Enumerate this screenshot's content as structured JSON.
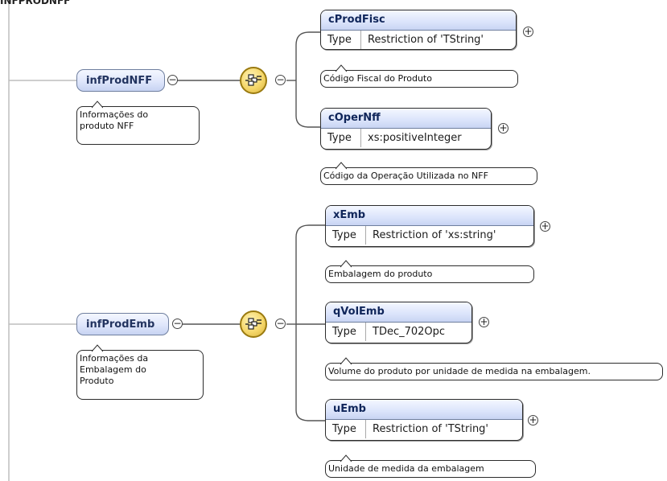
{
  "header": {
    "label": "INFPRODNFF"
  },
  "groups": [
    {
      "element": "infProdNFF",
      "doc": [
        "Informações do",
        "produto NFF"
      ],
      "children": [
        {
          "name": "cProdFisc",
          "type_key": "Type",
          "type_value": "Restriction of 'TString'",
          "doc": "Código Fiscal do Produto"
        },
        {
          "name": "cOperNff",
          "type_key": "Type",
          "type_value": "xs:positiveInteger",
          "doc": "Código da Operação Utilizada no NFF"
        }
      ]
    },
    {
      "element": "infProdEmb",
      "doc": [
        "Informações da",
        "Embalagem do",
        "Produto"
      ],
      "children": [
        {
          "name": "xEmb",
          "type_key": "Type",
          "type_value": "Restriction of 'xs:string'",
          "doc": "Embalagem do produto"
        },
        {
          "name": "qVolEmb",
          "type_key": "Type",
          "type_value": "TDec_702Opc",
          "doc": "Volume do produto por unidade de medida na embalagem."
        },
        {
          "name": "uEmb",
          "type_key": "Type",
          "type_value": "Restriction of 'TString'",
          "doc": "Unidade de medida da embalagem"
        }
      ]
    }
  ],
  "symbols": {
    "collapse": "−",
    "expand": "+"
  },
  "icons": {
    "sequence": "sequence-compositor-icon"
  }
}
